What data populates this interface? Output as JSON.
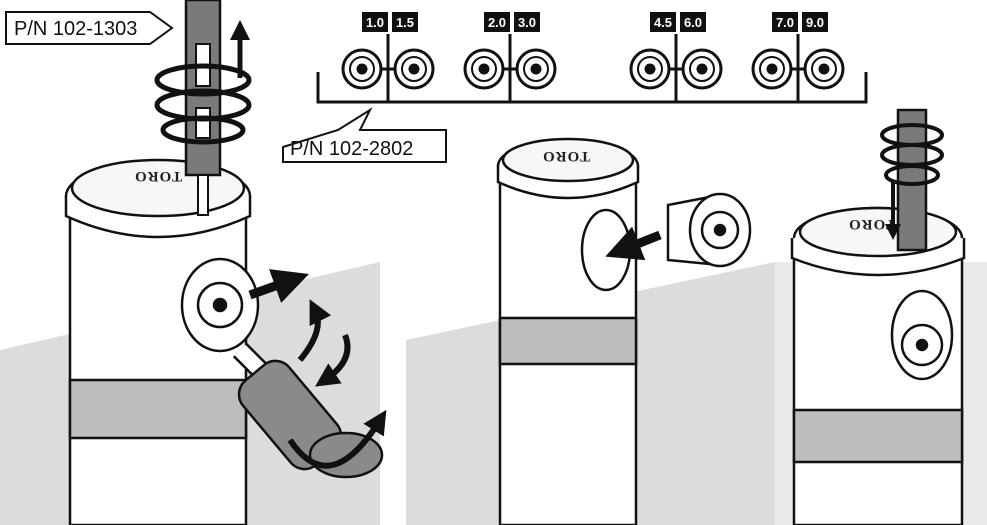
{
  "callouts": {
    "tool_part": "P/N 102-1303",
    "nozzle_part": "P/N 102-2802"
  },
  "nozzle_sizes": [
    "1.0",
    "1.5",
    "2.0",
    "3.0",
    "4.5",
    "6.0",
    "7.0",
    "9.0"
  ],
  "brand_mark": "TORO",
  "colors": {
    "background_panel": "#dcdcdc",
    "line": "#111111",
    "body": "#ffffff"
  }
}
